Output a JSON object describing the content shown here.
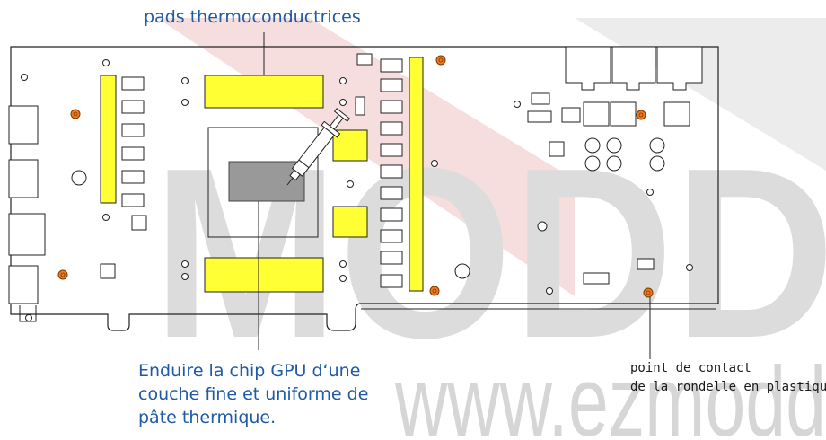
{
  "labels": {
    "pads": "pads thermoconductrices",
    "gpu_lines": [
      "Enduire la chip GPU d‘une",
      "couche fine et uniforme de",
      "pâte thermique."
    ],
    "contact_lines": [
      "point de contact",
      "de la rondelle en plastique"
    ]
  },
  "watermark": {
    "large": "MODD",
    "url": "www.ezmodd"
  },
  "colors": {
    "thermal_pad": "#ffff33",
    "gpu_die": "#999999",
    "contact_point": "#f07820",
    "label_text": "#1f5aa6",
    "watermark": "#d3d3d3",
    "watermark_stripe": "#f6dede"
  },
  "icons": {
    "syringe": "thermal-paste-syringe-icon"
  }
}
